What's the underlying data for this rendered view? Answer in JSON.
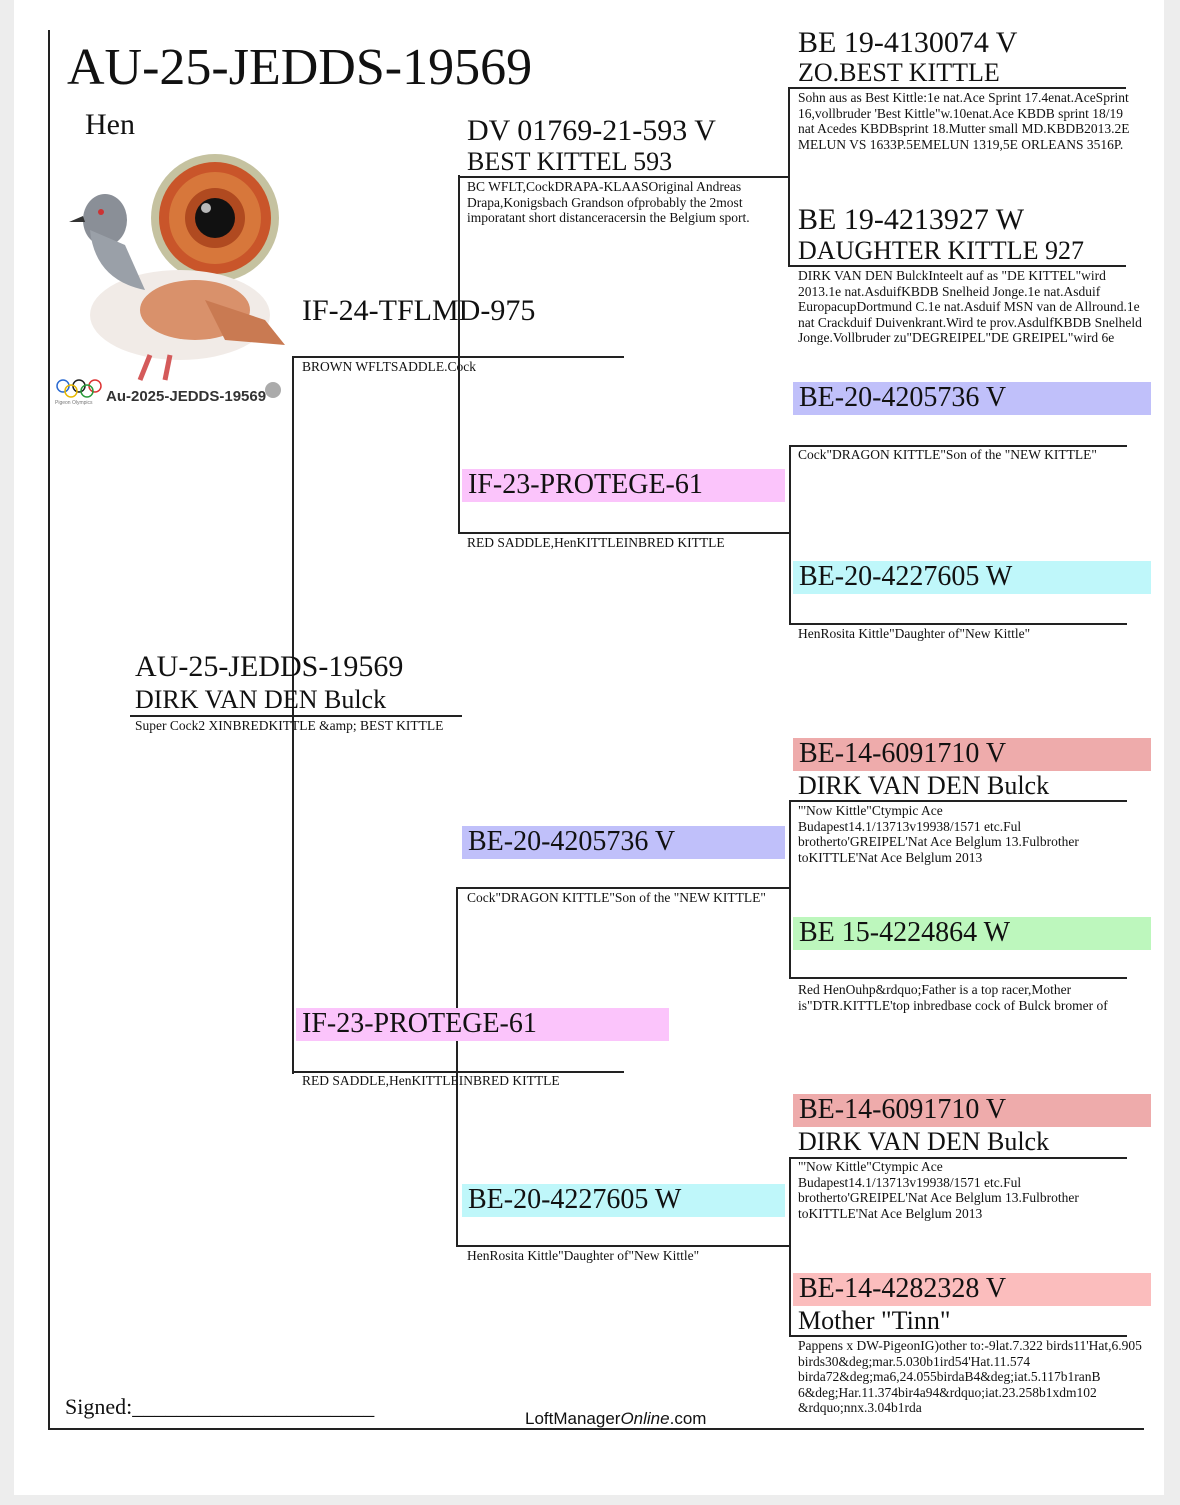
{
  "main": {
    "ring": "AU-25-JEDDS-19569",
    "sex": "Hen",
    "photo_caption": "Au-2025-JEDDS-19569",
    "photo_caption_small": "Pigeon Olympics"
  },
  "sire": {
    "ring": "IF-24-TFLMD-975",
    "note": "BROWN WFLTSADDLE.Cock",
    "sire": {
      "ring": "DV 01769-21-593 V",
      "name": "BEST KITTEL 593",
      "note": "BC WFLT,CockDRAPA-KLAASOriginal Andreas Drapa,Konigsbach Grandson ofprobably the 2most imporatant short distanceracersin the Belgium sport.",
      "sire": {
        "ring": "BE 19-4130074 V",
        "name": "ZO.BEST KITTLE",
        "note": "Sohn aus as Best Kittle:1e nat.Ace Sprint 17.4enat.AceSprint 16,vollbruder 'Best Kittle\"w.10enat.Ace KBDB sprint 18/19 nat Acedes KBDBsprint 18.Mutter small MD.KBDB2013.2E MELUN VS 1633P.5EMELUN 1319,5E ORLEANS 3516P."
      },
      "dam": {
        "ring": "BE 19-4213927 W",
        "name": "DAUGHTER KITTLE 927",
        "note": "DIRK VAN DEN BulckInteelt auf as \"DE KITTEL\"wird 2013.1e nat.AsduifKBDB Snelheid Jonge.1e nat.Asduif EuropacupDortmund C.1e nat.Asduif MSN van de Allround.1e nat Crackduif Duivenkrant.Wird te prov.AsdulfKBDB Snelheld Jonge.Vollbruder zu\"DEGREIPEL\"DE GREIPEL\"wird 6e"
      }
    },
    "dam": {
      "ring": "IF-23-PROTEGE-61",
      "note": "RED SADDLE,HenKITTLEINBRED KITTLE",
      "sire": {
        "ring": "BE-20-4205736 V",
        "note": "Cock\"DRAGON KITTLE\"Son of the \"NEW KITTLE\""
      },
      "dam": {
        "ring": "BE-20-4227605 W",
        "note": "HenRosita Kittle\"Daughter of\"New Kittle\""
      }
    }
  },
  "dam": {
    "ring": "AU-25-JEDDS-19569",
    "name": "DIRK VAN DEN Bulck",
    "note": "Super Cock2 XINBREDKITTLE &amp; BEST KITTLE",
    "sire": {
      "ring": "BE-20-4205736 V",
      "note": "Cock\"DRAGON KITTLE\"Son of the \"NEW KITTLE\"",
      "sire": {
        "ring": "BE-14-6091710 V",
        "name": "DIRK VAN DEN Bulck",
        "note": "\"'Now Kittle\"Ctympic Ace Budapest14.1/13713v19938/1571 etc.Ful brotherto'GREIPEL'Nat Ace Belglum 13.Fulbrother toKITTLE'Nat Ace Belglum 2013"
      },
      "dam": {
        "ring": "BE 15-4224864 W",
        "note": "Red HenOuhp&rdquo;Father is a top racer,Mother is\"DTR.KITTLE'top inbredbase cock of Bulck bromer of"
      }
    },
    "dam": {
      "ring": "IF-23-PROTEGE-61",
      "note": "RED SADDLE,HenKITTLEINBRED KITTLE"
    },
    "dam_sire": {
      "ring": "BE-20-4227605 W",
      "note": "HenRosita Kittle\"Daughter of\"New Kittle\"",
      "sire": {
        "ring": "BE-14-6091710 V",
        "name": "DIRK VAN DEN Bulck",
        "note": "\"'Now Kittle\"Ctympic Ace Budapest14.1/13713v19938/1571 etc.Ful brotherto'GREIPEL'Nat Ace Belglum 13.Fulbrother toKITTLE'Nat Ace Belglum 2013"
      },
      "dam": {
        "ring": "BE-14-4282328 V",
        "name": "Mother \"Tinn\"",
        "note": "Pappens x DW-PigeonIG)other to:-9lat.7.322 birds11'Hat,6.905 birds30&deg;mar.5.030b1ird54'Hat.11.574 birda72&deg;ma6,24.055birdaB4&deg;iat.5.117b1ranB 6&deg;Har.11.374bir4a94&rdquo;iat.23.258b1xdm102 &rdquo;nnx.3.04b1rda"
      }
    }
  },
  "footer": {
    "signed_label": "Signed:______________________",
    "brand_prefix": "LoftManager",
    "brand_italic": "Online",
    "brand_suffix": ".com"
  },
  "colors": {
    "blue": "#c0c0fa",
    "pink": "#fbc4fb",
    "cyan": "#bff7fa",
    "red": "#eeabab",
    "green": "#bdf7bd",
    "salmon": "#fbbdbd"
  }
}
